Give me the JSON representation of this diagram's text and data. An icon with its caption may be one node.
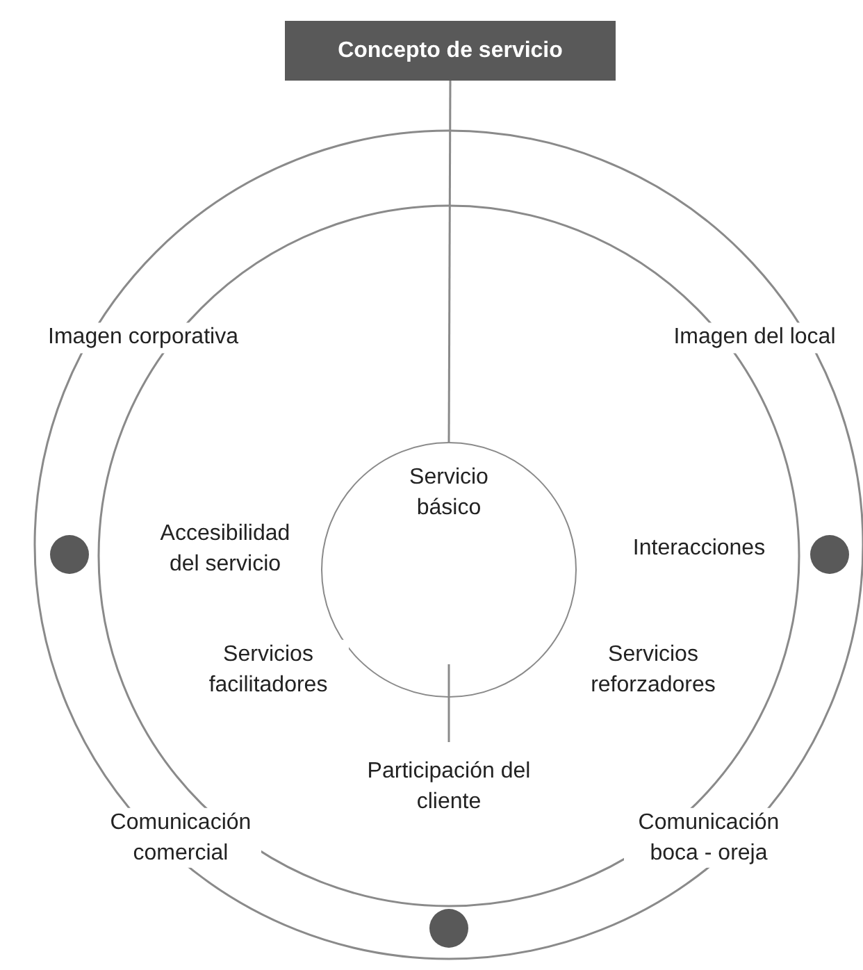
{
  "diagram": {
    "nodes": [
      {
        "text": [
          "Concepto de servicio"
        ]
      },
      {
        "text": [
          "Servicio básico"
        ]
      }
    ],
    "edges": [
      {
        "from": 0,
        "to": 1,
        "arrow": "none"
      }
    ],
    "labels": [
      "Imagen corporativa",
      "Imagen del local",
      "Accesibilidad del servicio",
      "Interacciones",
      "Servicios facilitadores",
      "Servicios reforzadores",
      "Participación del cliente",
      "Comunicación comercial",
      "Comunicación boca - oreja"
    ]
  }
}
